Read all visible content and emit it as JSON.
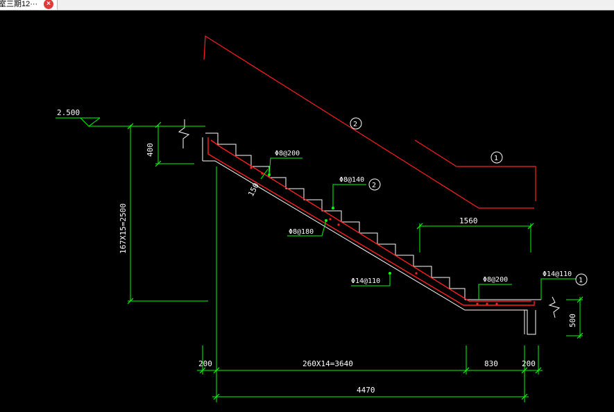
{
  "tab": {
    "title": "室三期12···",
    "close": "×"
  },
  "labels": {
    "elevation": "2.500",
    "dim_400": "400",
    "dim_height": "167X15=2500",
    "dim_150": "150",
    "rebar_top": "Φ8@200",
    "rebar_mid": "Φ8@140",
    "rebar_dist": "Φ8@180",
    "rebar_main": "Φ14@110",
    "rebar_land": "Φ8@200",
    "rebar_end": "Φ14@110",
    "dim_1560": "1560",
    "dim_500": "500",
    "dim_200_left": "200",
    "dim_run": "260X14=3640",
    "dim_830": "830",
    "dim_200_right": "200",
    "dim_total": "4470",
    "mark_1": "1",
    "mark_2": "2",
    "mark_1b": "1",
    "mark_2b": "2"
  },
  "colors": {
    "background": "#000000",
    "stair_outline": "#ffffff",
    "rebar": "#ff2020",
    "dimension": "#00ff00"
  }
}
